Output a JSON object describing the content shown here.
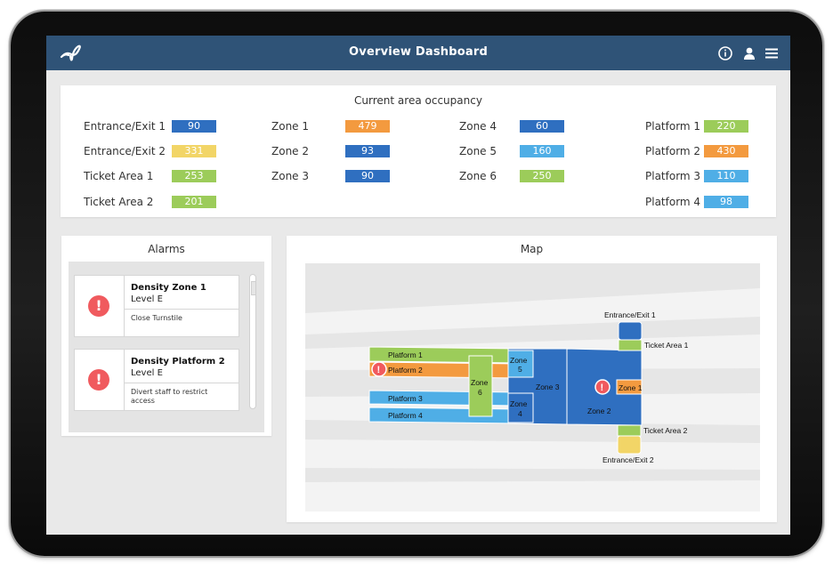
{
  "header": {
    "title": "Overview Dashboard"
  },
  "occupancy": {
    "title": "Current area occupancy",
    "columns": [
      [
        {
          "label": "Entrance/Exit 1",
          "value": "90",
          "color": "#2f6fc0"
        },
        {
          "label": "Entrance/Exit 2",
          "value": "331",
          "color": "#f2d567"
        },
        {
          "label": "Ticket Area 1",
          "value": "253",
          "color": "#9ccc5a"
        },
        {
          "label": "Ticket Area 2",
          "value": "201",
          "color": "#9ccc5a"
        }
      ],
      [
        {
          "label": "Zone 1",
          "value": "479",
          "color": "#f39a3f"
        },
        {
          "label": "Zone 2",
          "value": "93",
          "color": "#2f6fc0"
        },
        {
          "label": "Zone 3",
          "value": "90",
          "color": "#2f6fc0"
        }
      ],
      [
        {
          "label": "Zone 4",
          "value": "60",
          "color": "#2f6fc0"
        },
        {
          "label": "Zone 5",
          "value": "160",
          "color": "#4faee6"
        },
        {
          "label": "Zone 6",
          "value": "250",
          "color": "#9ccc5a"
        }
      ],
      [
        {
          "label": "Platform 1",
          "value": "220",
          "color": "#9ccc5a"
        },
        {
          "label": "Platform 2",
          "value": "430",
          "color": "#f39a3f"
        },
        {
          "label": "Platform 3",
          "value": "110",
          "color": "#4faee6"
        },
        {
          "label": "Platform 4",
          "value": "98",
          "color": "#4faee6"
        }
      ]
    ]
  },
  "alarms": {
    "title": "Alarms",
    "items": [
      {
        "title": "Density Zone 1",
        "level": "Level E",
        "action": "Close Turnstile"
      },
      {
        "title": "Density Platform 2",
        "level": "Level E",
        "action": "Divert staff to restrict access"
      }
    ]
  },
  "map": {
    "title": "Map",
    "labels": {
      "platform1": "Platform 1",
      "platform2": "Platform 2",
      "platform3": "Platform 3",
      "platform4": "Platform 4",
      "zone1": "Zone 1",
      "zone2": "Zone 2",
      "zone3": "Zone 3",
      "zone4a": "Zone",
      "zone4b": "4",
      "zone5a": "Zone",
      "zone5b": "5",
      "zone6a": "Zone",
      "zone6b": "6",
      "entrance1": "Entrance/Exit 1",
      "entrance2": "Entrance/Exit 2",
      "ticket1": "Ticket Area 1",
      "ticket2": "Ticket Area 2"
    },
    "alarm_marker": "!"
  },
  "colors": {
    "header": "#2f5377",
    "blue": "#2f6fc0",
    "light_blue": "#4faee6",
    "green": "#9ccc5a",
    "orange": "#f39a3f",
    "yellow": "#f2d567",
    "alarm_red": "#f05a5e"
  },
  "icons": [
    "logo-icon",
    "info-icon",
    "user-icon",
    "menu-icon",
    "alarm-icon"
  ]
}
